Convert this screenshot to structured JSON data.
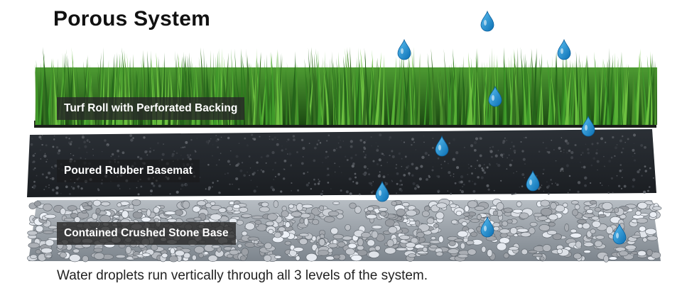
{
  "title": "Porous System",
  "layers": [
    {
      "label": "Turf Roll with Perforated Backing",
      "icon": "grass-turf"
    },
    {
      "label": "Poured Rubber Basemat",
      "icon": "rubber-mat"
    },
    {
      "label": "Contained Crushed Stone Base",
      "icon": "crushed-stone"
    }
  ],
  "caption": "Water droplets run vertically through all 3 levels of the system.",
  "colors": {
    "grass": "#3f8f2a",
    "grass_dark": "#1f5a14",
    "rubber": "#23282d",
    "stone": "#8e959c",
    "droplet": "#1b8fd2",
    "label_bg": "#2d2d2d"
  }
}
